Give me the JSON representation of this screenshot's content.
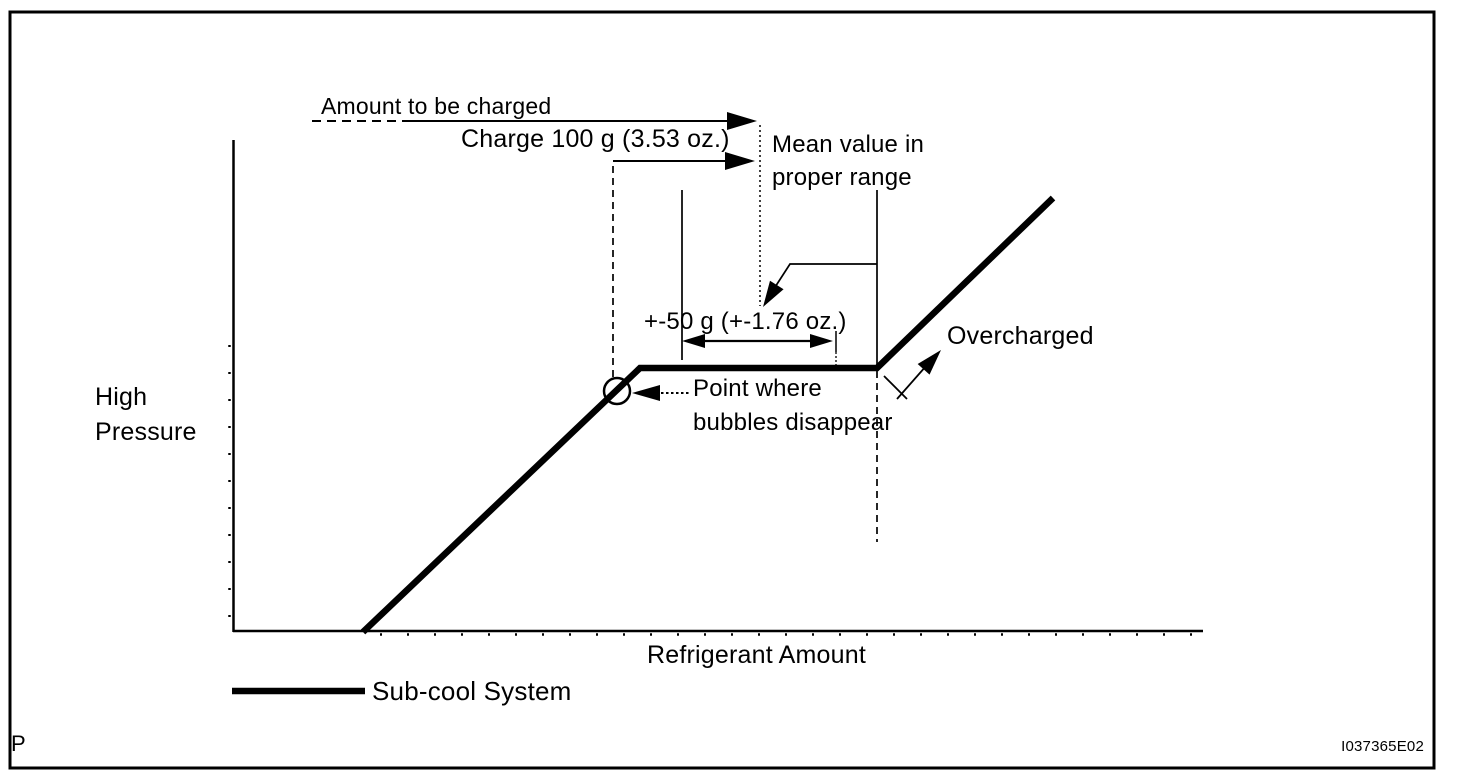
{
  "figure": {
    "page_marker": "P",
    "code": "I037365E02"
  },
  "chart_data": {
    "type": "line",
    "title": "",
    "xlabel": "Refrigerant Amount",
    "ylabel": "High Pressure",
    "ylabel_display": "High\nPressure",
    "axes": {
      "x_numeric": false,
      "y_numeric": false,
      "qualitative": true,
      "grid": false,
      "tick_labels": []
    },
    "legend": {
      "position": "bottom-left",
      "entries": [
        {
          "label": "Sub-cool System",
          "style": "thick-solid-black-line"
        }
      ]
    },
    "series": [
      {
        "name": "Sub-cool System",
        "shape": "rise, plateau (bubble-free proper range), rise (overcharged)",
        "x_rel": [
          0.134,
          0.42,
          0.664,
          0.845
        ],
        "y_rel": [
          0.0,
          0.537,
          0.537,
          0.882
        ]
      }
    ],
    "key_points": {
      "bubble_point_x_rel": 0.396,
      "mean_value_x_rel": 0.543,
      "plateau_start_x_rel": 0.42,
      "plateau_end_x_rel": 0.664
    },
    "annotations": [
      {
        "id": "amount-to-be-charged",
        "text": "Amount to be charged"
      },
      {
        "id": "charge-amount",
        "text": "Charge 100 g (3.53 oz.)"
      },
      {
        "id": "mean-value",
        "text": "Mean value in\nproper range"
      },
      {
        "id": "tolerance-range",
        "text": "+-50 g (+-1.76 oz.)"
      },
      {
        "id": "bubble-point",
        "text": "Point where\nbubbles disappear"
      },
      {
        "id": "overcharged",
        "text": "Overcharged"
      }
    ]
  }
}
